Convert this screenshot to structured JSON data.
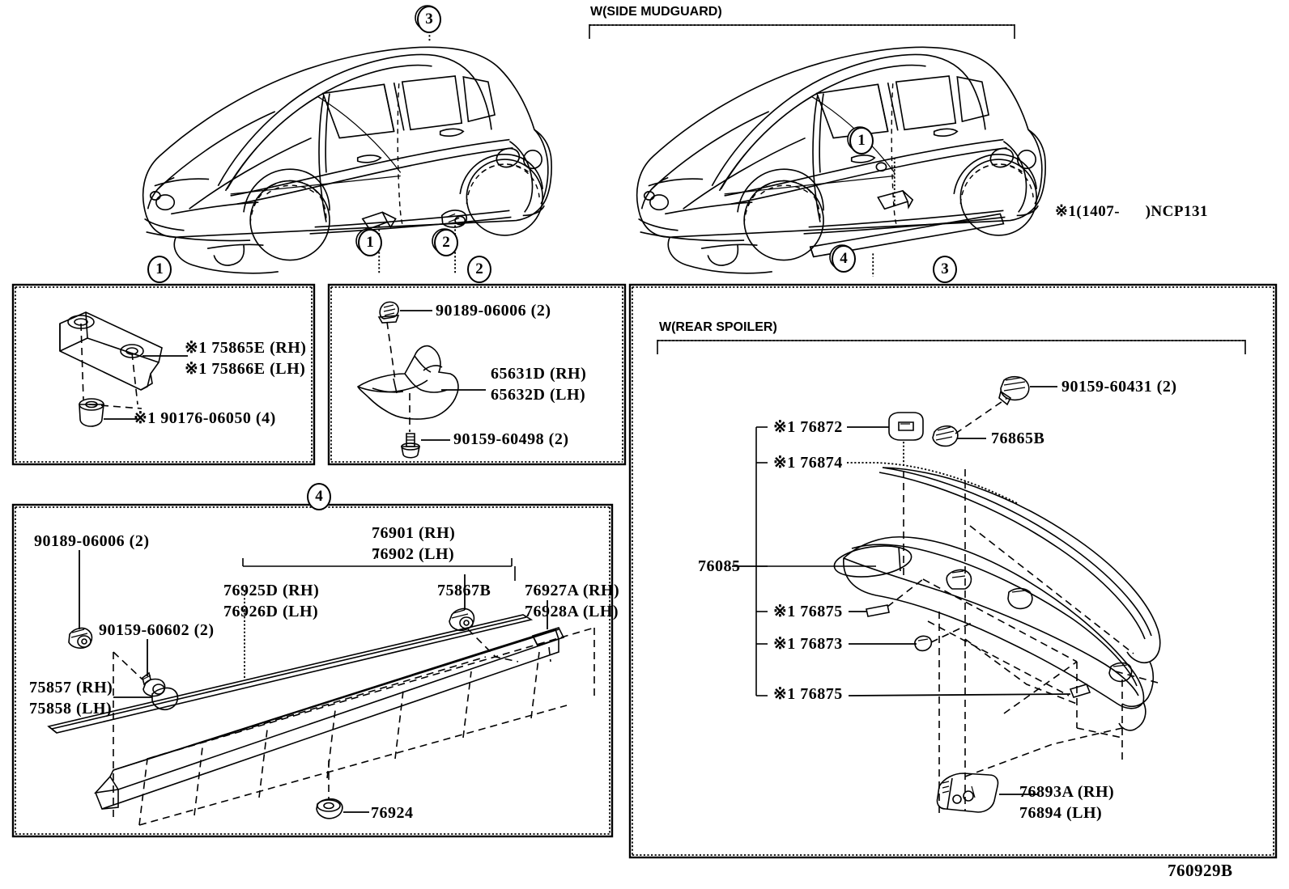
{
  "figure": {
    "id": "760929B",
    "note_mark": "※1",
    "note_text": "(1407-      )NCP131",
    "sections": {
      "side_mudguard_header": "W(SIDE MUDGUARD)",
      "rear_spoiler_header": "W(REAR SPOILER)"
    }
  },
  "callouts": {
    "car1_item1": "1",
    "car1_item2": "2",
    "car1_item3": "3",
    "car2_item1": "1",
    "car2_item4": "4",
    "panel1": "1",
    "panel2": "2",
    "panel3": "3",
    "panel4": "4"
  },
  "panel1": {
    "parts": [
      {
        "mark": "※1",
        "number": "75865E",
        "side": "(RH)"
      },
      {
        "mark": "※1",
        "number": "75866E",
        "side": "(LH)"
      },
      {
        "mark": "※1",
        "number": "90176-06050",
        "side": "(4)"
      }
    ]
  },
  "panel2": {
    "parts": [
      {
        "mark": "",
        "number": "90189-06006",
        "side": "(2)"
      },
      {
        "mark": "",
        "number": "65631D",
        "side": "(RH)"
      },
      {
        "mark": "",
        "number": "65632D",
        "side": "(LH)"
      },
      {
        "mark": "",
        "number": "90159-60498",
        "side": "(2)"
      }
    ]
  },
  "panel4": {
    "parts": [
      {
        "mark": "",
        "number": "90189-06006",
        "side": "(2)"
      },
      {
        "mark": "",
        "number": "90159-60602",
        "side": "(2)"
      },
      {
        "mark": "",
        "number": "75857",
        "side": "(RH)"
      },
      {
        "mark": "",
        "number": "75858",
        "side": "(LH)"
      },
      {
        "mark": "",
        "number": "76901",
        "side": "(RH)"
      },
      {
        "mark": "",
        "number": "76902",
        "side": "(LH)"
      },
      {
        "mark": "",
        "number": "76925D",
        "side": "(RH)"
      },
      {
        "mark": "",
        "number": "76926D",
        "side": "(LH)"
      },
      {
        "mark": "",
        "number": "75867B",
        "side": ""
      },
      {
        "mark": "",
        "number": "76927A",
        "side": "(RH)"
      },
      {
        "mark": "",
        "number": "76928A",
        "side": "(LH)"
      },
      {
        "mark": "",
        "number": "76924",
        "side": ""
      }
    ]
  },
  "panel3": {
    "parts": [
      {
        "mark": "※1",
        "number": "76872",
        "side": ""
      },
      {
        "mark": "※1",
        "number": "76874",
        "side": ""
      },
      {
        "mark": "",
        "number": "90159-60431",
        "side": "(2)"
      },
      {
        "mark": "",
        "number": "76865B",
        "side": ""
      },
      {
        "mark": "",
        "number": "76085",
        "side": ""
      },
      {
        "mark": "※1",
        "number": "76875",
        "side": ""
      },
      {
        "mark": "※1",
        "number": "76873",
        "side": ""
      },
      {
        "mark": "※1",
        "number": "76875",
        "side": ""
      },
      {
        "mark": "",
        "number": "76893A",
        "side": "(RH)"
      },
      {
        "mark": "",
        "number": "76894",
        "side": "(LH)"
      }
    ]
  },
  "labels": {
    "p1_75865e": "※1 75865E (RH)",
    "p1_75866e": "※1 75866E (LH)",
    "p1_90176": "※1 90176-06050 (4)",
    "p2_90189": "90189-06006 (2)",
    "p2_65631d": "65631D (RH)",
    "p2_65632d": "65632D (LH)",
    "p2_90159": "90159-60498 (2)",
    "p4_90189": "90189-06006 (2)",
    "p4_90159": "90159-60602 (2)",
    "p4_75857": "75857 (RH)",
    "p4_75858": "75858 (LH)",
    "p4_76901": "76901 (RH)",
    "p4_76902": "76902 (LH)",
    "p4_76925d": "76925D (RH)",
    "p4_76926d": "76926D (LH)",
    "p4_75867b": "75867B",
    "p4_76927a": "76927A (RH)",
    "p4_76928a": "76928A (LH)",
    "p4_76924": "76924",
    "p3_76872": "※1 76872",
    "p3_76874": "※1 76874",
    "p3_90159": "90159-60431 (2)",
    "p3_76865b": "76865B",
    "p3_76085": "76085",
    "p3_76875a": "※1 76875",
    "p3_76873": "※1 76873",
    "p3_76875b": "※1 76875",
    "p3_76893a": "76893A (RH)",
    "p3_76894": "76894 (LH)"
  }
}
